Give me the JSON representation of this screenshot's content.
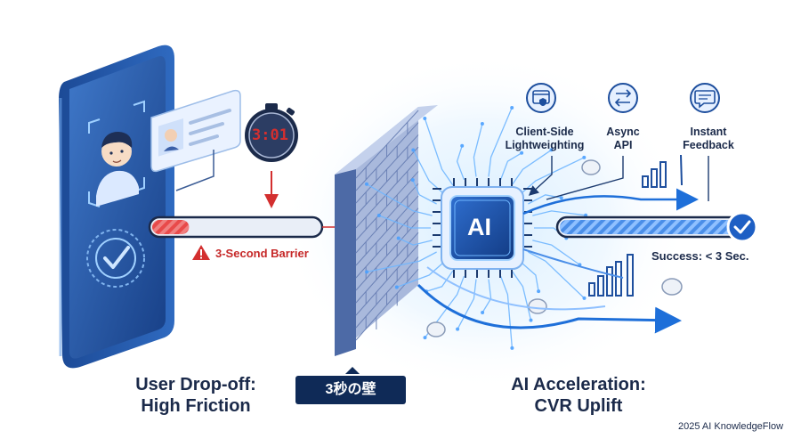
{
  "left": {
    "timer_display": "3:01",
    "barrier_label": "3-Second Barrier",
    "title_line1": "User Drop-off:",
    "title_line2": "High Friction",
    "progress": 0.22
  },
  "wall": {
    "label": "3秒の壁"
  },
  "center": {
    "chip_label": "AI"
  },
  "right": {
    "features": [
      {
        "icon": "shield-check-icon",
        "line1": "Client-Side",
        "line2": "Lightweighting"
      },
      {
        "icon": "swap-arrows-icon",
        "line1": "Async",
        "line2": "API"
      },
      {
        "icon": "chat-bubble-icon",
        "line1": "Instant",
        "line2": "Feedback"
      }
    ],
    "success_label": "Success: < 3 Sec.",
    "title_line1": "AI Acceleration:",
    "title_line2": "CVR Uplift",
    "progress": 1.0
  },
  "footer": {
    "credit": "2025 AI KnowledgeFlow"
  },
  "colors": {
    "navy": "#0f2a57",
    "accent_blue": "#1e6fd9",
    "danger_red": "#d32f2f",
    "glow": "#bfe3ff"
  }
}
